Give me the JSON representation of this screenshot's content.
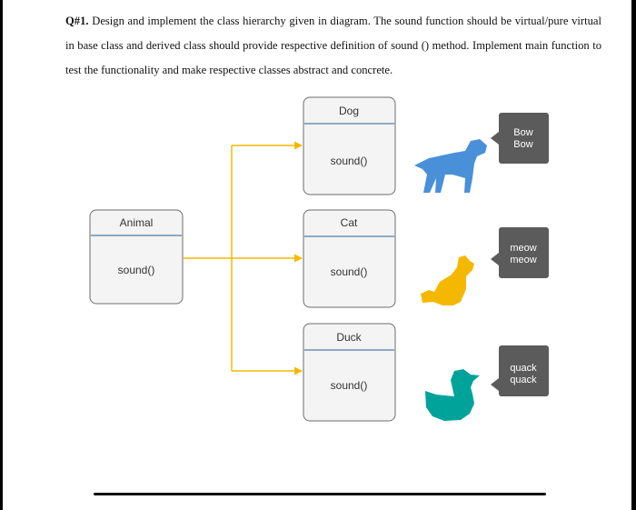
{
  "question": {
    "number": "Q#1.",
    "text": "Design and implement the class hierarchy given in diagram. The sound function should be virtual/pure virtual in base class and derived class should provide respective definition of sound () method. Implement main function to test the functionality and make respective classes abstract and concrete."
  },
  "diagram": {
    "base_class": {
      "name": "Animal",
      "method": "sound()"
    },
    "derived_classes": [
      {
        "name": "Dog",
        "method": "sound()",
        "speech": [
          "Bow",
          "Bow"
        ],
        "animal_icon": "dog-icon",
        "icon_color": "#4a90d9"
      },
      {
        "name": "Cat",
        "method": "sound()",
        "speech": [
          "meow",
          "meow"
        ],
        "animal_icon": "cat-icon",
        "icon_color": "#f5b800"
      },
      {
        "name": "Duck",
        "method": "sound()",
        "speech": [
          "quack",
          "quack"
        ],
        "animal_icon": "duck-icon",
        "icon_color": "#00a39a"
      }
    ],
    "colors": {
      "connector": "#f5b800",
      "box_border": "#6d6d6d",
      "box_divider": "#4f7fa3",
      "box_fill": "#f4f4f4",
      "bubble": "#5b5b5b"
    }
  }
}
